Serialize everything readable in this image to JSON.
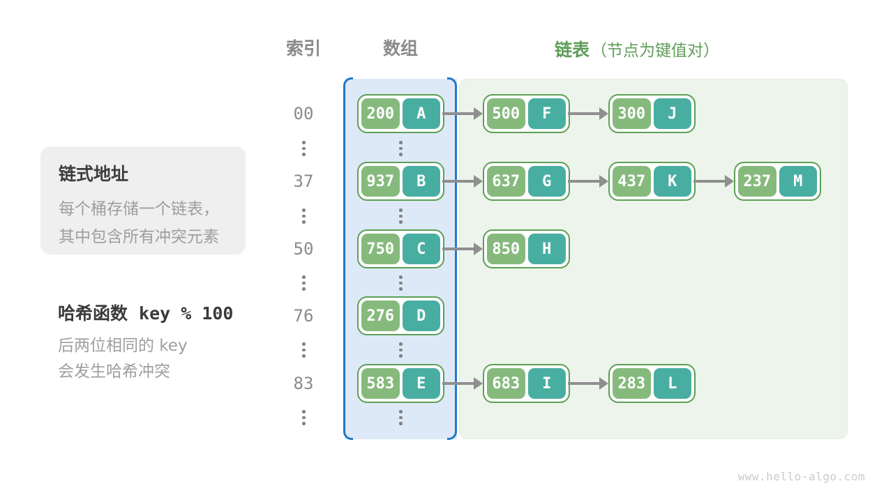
{
  "header": {
    "index_label": "索引",
    "array_label": "数组",
    "list_label": "链表",
    "list_note": "（节点为键值对）"
  },
  "info_box": {
    "title": "链式地址",
    "line1": "每个桶存储一个链表，",
    "line2": "其中包含所有冲突元素"
  },
  "hash_note": {
    "label": "哈希函数",
    "code": "key % 100",
    "line1": "后两位相同的 key",
    "line2": "会发生哈希冲突"
  },
  "rows": [
    {
      "index": "00",
      "nodes": [
        {
          "key": "200",
          "value": "A"
        },
        {
          "key": "500",
          "value": "F"
        },
        {
          "key": "300",
          "value": "J"
        }
      ]
    },
    {
      "index": "37",
      "nodes": [
        {
          "key": "937",
          "value": "B"
        },
        {
          "key": "637",
          "value": "G"
        },
        {
          "key": "437",
          "value": "K"
        },
        {
          "key": "237",
          "value": "M"
        }
      ]
    },
    {
      "index": "50",
      "nodes": [
        {
          "key": "750",
          "value": "C"
        },
        {
          "key": "850",
          "value": "H"
        }
      ]
    },
    {
      "index": "76",
      "nodes": [
        {
          "key": "276",
          "value": "D"
        }
      ]
    },
    {
      "index": "83",
      "nodes": [
        {
          "key": "583",
          "value": "E"
        },
        {
          "key": "683",
          "value": "I"
        },
        {
          "key": "283",
          "value": "L"
        }
      ]
    }
  ],
  "watermark": "www.hello-algo.com",
  "colors": {
    "key_bg": "#86ba7d",
    "value_bg": "#49aea2",
    "node_border": "#5c9f56",
    "bracket_blue": "#2377c8",
    "array_bg": "#dde9f6",
    "list_bg": "#edf4eb",
    "accent_green": "#5f9e59",
    "text_gray": "#8a8a8a"
  }
}
